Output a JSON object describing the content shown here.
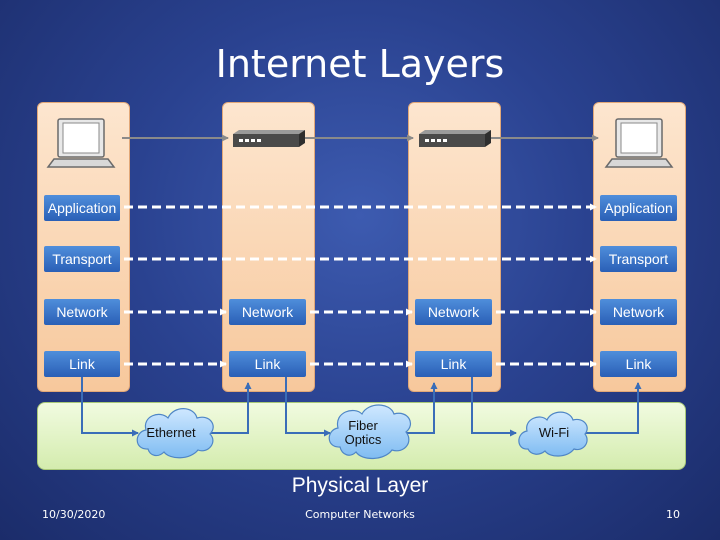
{
  "title": "Internet Layers",
  "hosts": {
    "left": {
      "application": "Application",
      "transport": "Transport",
      "network": "Network",
      "link": "Link"
    },
    "right": {
      "application": "Application",
      "transport": "Transport",
      "network": "Network",
      "link": "Link"
    }
  },
  "routers": {
    "left": {
      "network": "Network",
      "link": "Link"
    },
    "right": {
      "network": "Network",
      "link": "Link"
    }
  },
  "physical": {
    "label": "Physical Layer",
    "media": [
      "Ethernet",
      "Fiber Optics",
      "Wi-Fi"
    ],
    "fiber_line1": "Fiber",
    "fiber_line2": "Optics"
  },
  "footer": {
    "date": "10/30/2020",
    "center": "Computer Networks",
    "page": "10"
  },
  "icons": {
    "host": "computer-icon",
    "router": "router-icon",
    "cloud": "cloud-icon"
  },
  "colors": {
    "background": "#2a4290",
    "column": "#f7c89c",
    "layer_box": "#3a78cc",
    "physical": "#d4ecae",
    "cloud": "#7fbcf2"
  }
}
